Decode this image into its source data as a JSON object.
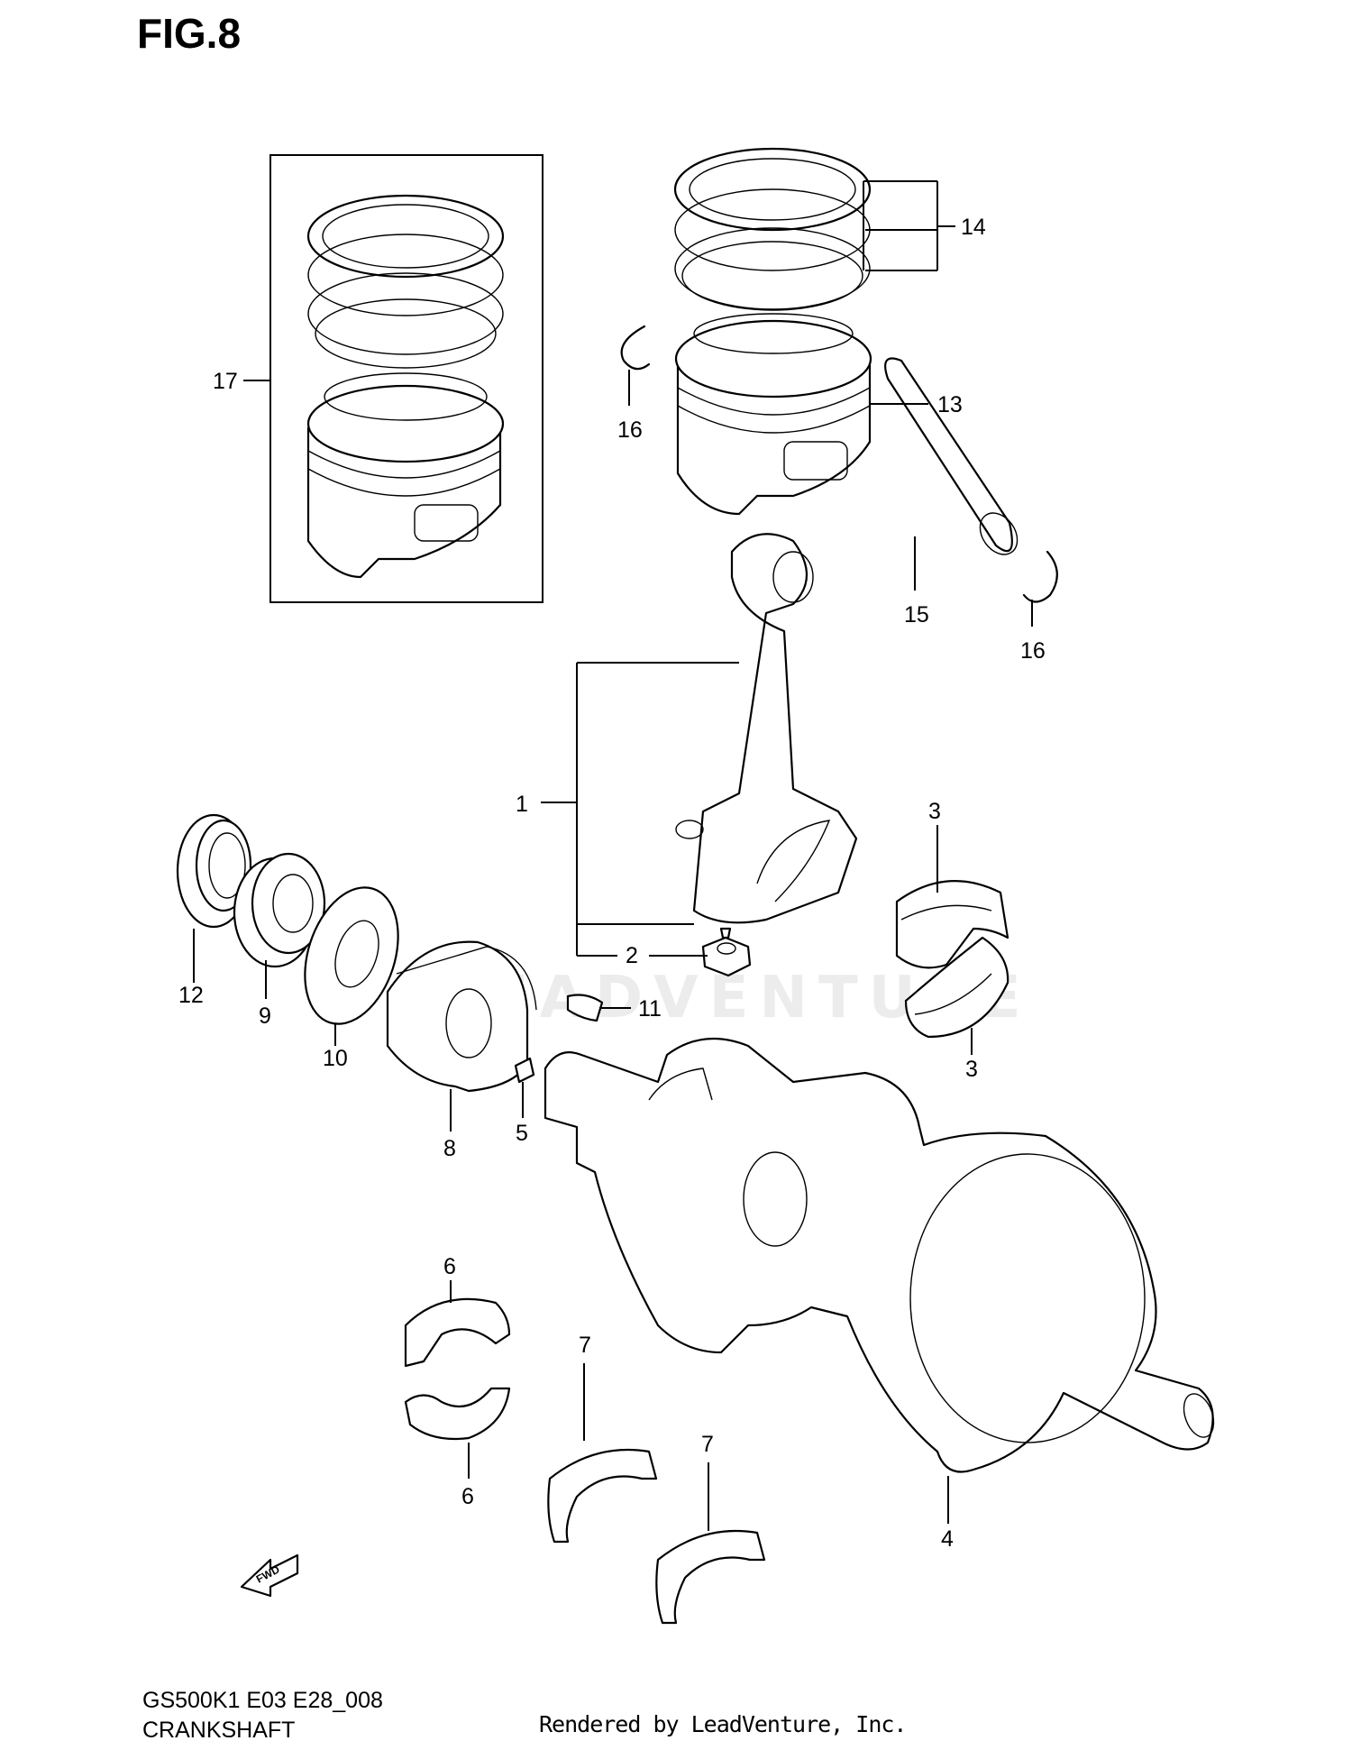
{
  "figure": {
    "title": "FIG.8",
    "code": "GS500K1 E03 E28_008",
    "name": "CRANKSHAFT",
    "rendered_by": "Rendered by LeadVenture, Inc.",
    "watermark": "LEADVENTURE",
    "fwd_label": "FWD"
  },
  "callouts": [
    {
      "id": "c1",
      "text": "1"
    },
    {
      "id": "c2",
      "text": "2"
    },
    {
      "id": "c3a",
      "text": "3"
    },
    {
      "id": "c3b",
      "text": "3"
    },
    {
      "id": "c4",
      "text": "4"
    },
    {
      "id": "c5",
      "text": "5"
    },
    {
      "id": "c6a",
      "text": "6"
    },
    {
      "id": "c6b",
      "text": "6"
    },
    {
      "id": "c7a",
      "text": "7"
    },
    {
      "id": "c7b",
      "text": "7"
    },
    {
      "id": "c8",
      "text": "8"
    },
    {
      "id": "c9",
      "text": "9"
    },
    {
      "id": "c10",
      "text": "10"
    },
    {
      "id": "c11",
      "text": "11"
    },
    {
      "id": "c12",
      "text": "12"
    },
    {
      "id": "c13",
      "text": "13"
    },
    {
      "id": "c14",
      "text": "14"
    },
    {
      "id": "c15",
      "text": "15"
    },
    {
      "id": "c16a",
      "text": "16"
    },
    {
      "id": "c16b",
      "text": "16"
    },
    {
      "id": "c17",
      "text": "17"
    }
  ]
}
